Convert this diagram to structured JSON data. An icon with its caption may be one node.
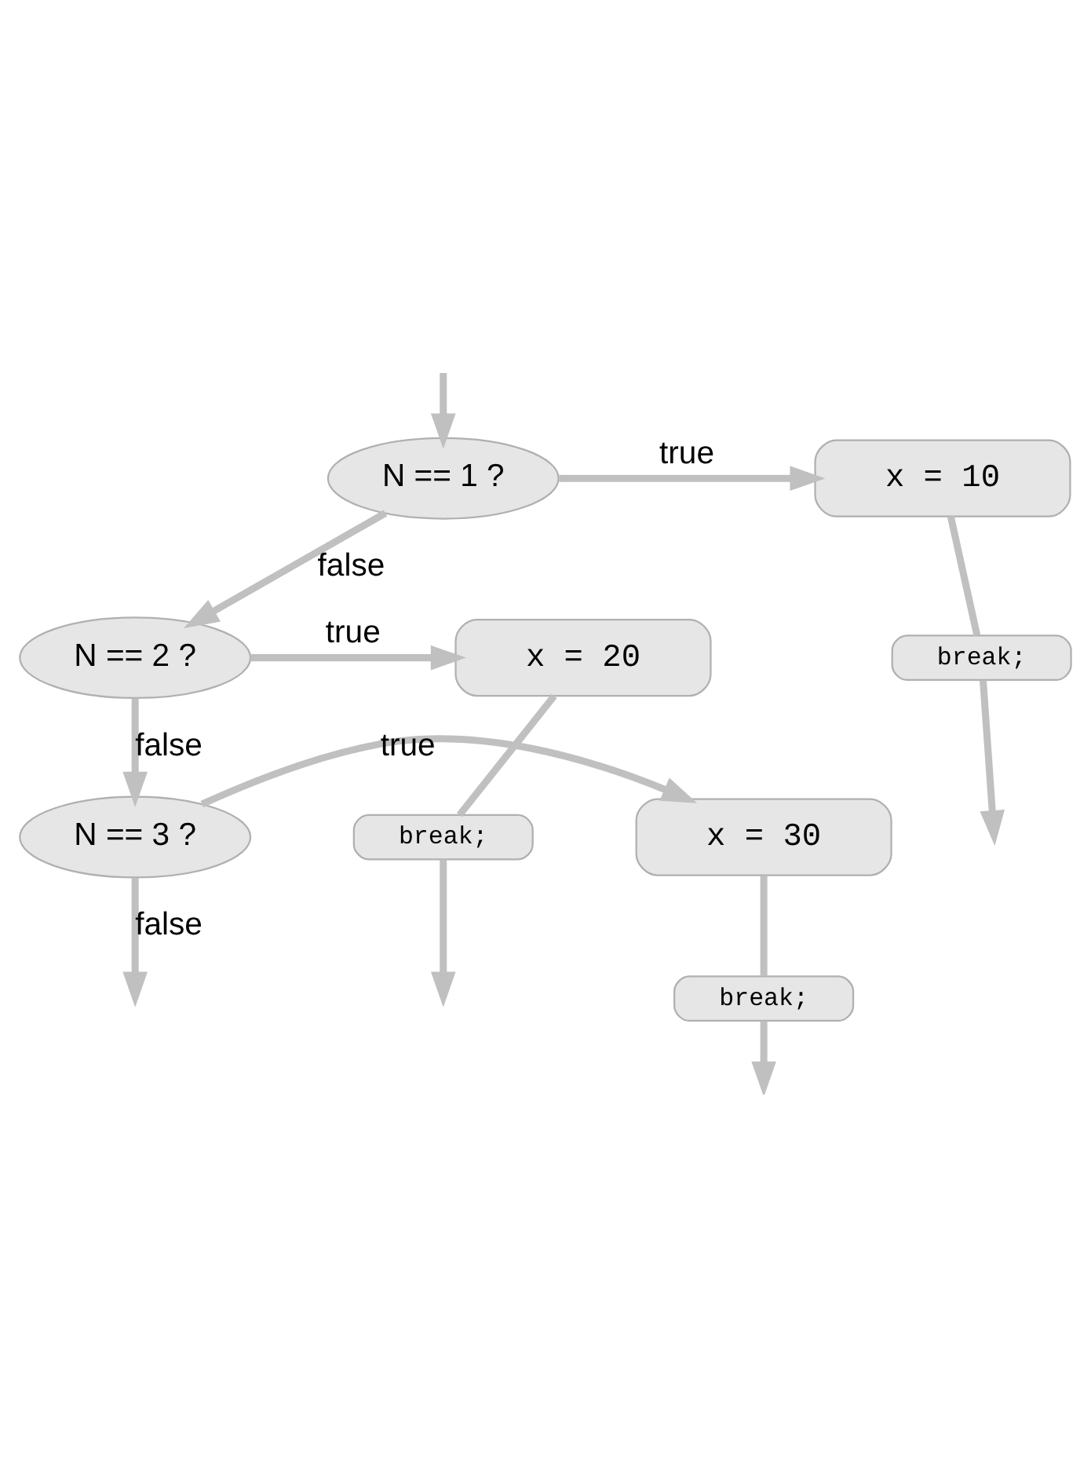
{
  "diagram": {
    "nodes": [
      {
        "text": [
          "N == 1 ?"
        ]
      },
      {
        "text": [
          "x = 10"
        ]
      },
      {
        "text": [
          "break;"
        ]
      },
      {
        "text": [
          "N == 2 ?"
        ]
      },
      {
        "text": [
          "x = 20"
        ]
      },
      {
        "text": [
          "break;"
        ]
      },
      {
        "text": [
          "N == 3 ?"
        ]
      },
      {
        "text": [
          "x = 30"
        ]
      },
      {
        "text": [
          "break;"
        ]
      }
    ],
    "edges": [
      {
        "from": null,
        "to": 0,
        "arrow": "to"
      },
      {
        "from": 0,
        "to": 1,
        "label": "true",
        "arrow": "to"
      },
      {
        "from": 1,
        "to": 2,
        "arrow": "none"
      },
      {
        "from": 0,
        "to": 3,
        "label": "false",
        "arrow": "to"
      },
      {
        "from": 3,
        "to": 4,
        "label": "true",
        "arrow": "to"
      },
      {
        "from": 4,
        "to": 5,
        "arrow": "none"
      },
      {
        "from": 3,
        "to": 6,
        "label": "false",
        "arrow": "to"
      },
      {
        "from": 6,
        "to": 7,
        "label": "true",
        "arrow": "to"
      },
      {
        "from": 7,
        "to": 8,
        "arrow": "none"
      },
      {
        "from": 2,
        "to": null,
        "arrow": "to"
      },
      {
        "from": 5,
        "to": null,
        "arrow": "to"
      },
      {
        "from": 8,
        "to": null,
        "arrow": "to"
      },
      {
        "from": 6,
        "to": null,
        "label": "false",
        "arrow": "to"
      }
    ]
  }
}
